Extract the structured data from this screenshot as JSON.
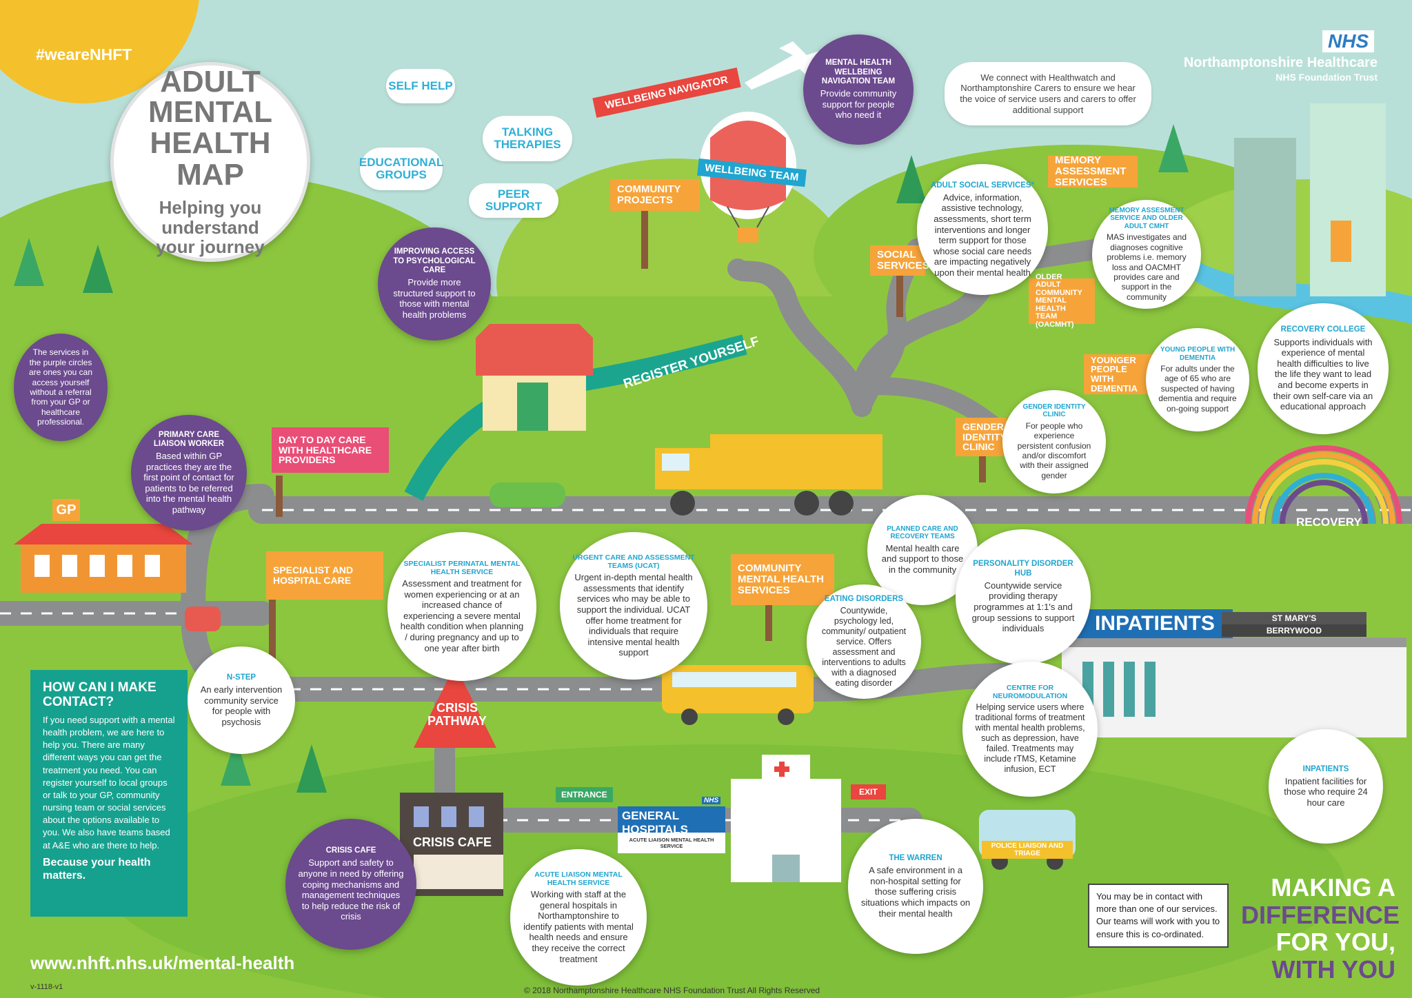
{
  "hashtag": "#weareNHFT",
  "title": {
    "line1": "ADULT MENTAL",
    "line2": "HEALTH MAP",
    "subtitle1": "Helping you understand",
    "subtitle2": "your journey"
  },
  "nhs": {
    "logo": "NHS",
    "org": "Northamptonshire Healthcare",
    "trust": "NHS Foundation Trust"
  },
  "connect_note": "We connect with Healthwatch and Northamptonshire Carers to ensure we hear the voice of service users and carers to offer additional support",
  "clouds": {
    "self_help": "SELF HELP",
    "talking": "TALKING THERAPIES",
    "educational": "EDUCATIONAL GROUPS",
    "peer": "PEER SUPPORT"
  },
  "banners": {
    "navigator": "WELLBEING NAVIGATOR",
    "balloon": "WELLBEING TEAM",
    "register": "REGISTER YOURSELF"
  },
  "signs": {
    "community_projects": "COMMUNITY PROJECTS",
    "social_services": "SOCIAL SERVICES",
    "memory": "MEMORY ASSESSMENT SERVICES",
    "older_adult": "OLDER ADULT COMMUNITY MENTAL HEALTH TEAM (OACMHT)",
    "younger": "YOUNGER PEOPLE WITH DEMENTIA",
    "gender": "GENDER IDENTITY CLINIC",
    "day_to_day": "DAY TO DAY CARE WITH HEALTHCARE PROVIDERS",
    "specialist": "SPECIALIST AND HOSPITAL CARE",
    "community_mh": "COMMUNITY MENTAL HEALTH SERVICES",
    "gp": "GP",
    "crisis": "CRISIS PATHWAY",
    "crisis_cafe": "CRISIS CAFE",
    "entrance": "ENTRANCE",
    "exit": "EXIT",
    "general": "GENERAL HOSPITALS",
    "liaison_sub": "ACUTE LIAISON MENTAL HEALTH SERVICE",
    "hospital_nhs": "NHS",
    "inpatients": "INPATIENTS",
    "st_marys": "ST MARY'S",
    "berrywood": "BERRYWOOD",
    "police": "POLICE LIAISON AND TRIAGE",
    "recovery": "RECOVERY"
  },
  "circles": {
    "navigation": {
      "title": "MENTAL HEALTH WELLBEING NAVIGATION TEAM",
      "body": "Provide community support for people who need it"
    },
    "iapt": {
      "title": "IMPROVING ACCESS TO PSYCHOLOGICAL CARE",
      "body": "Provide more structured support to those with mental health problems"
    },
    "purple_note": {
      "body": "The services in the purple circles are ones you can access yourself without a referral from your GP or healthcare professional."
    },
    "primary": {
      "title": "PRIMARY CARE LIAISON WORKER",
      "body": "Based within GP practices they are the first point of contact for patients to be referred into the mental health pathway"
    },
    "adult_social": {
      "title": "ADULT SOCIAL SERVICES*",
      "body": "Advice, information, assistive technology, assessments, short term interventions and longer term support for those whose social care needs are impacting negatively upon their mental health"
    },
    "memory": {
      "title": "MEMORY ASSESMENT SERVICE AND OLDER ADULT CMHT",
      "body": "MAS investigates and diagnoses cognitive problems i.e. memory loss and OACMHT provides  care and support in the community"
    },
    "young_dementia": {
      "title": "YOUNG PEOPLE WITH DEMENTIA",
      "body": "For adults under the age of 65 who are suspected of having dementia and require on-going support"
    },
    "recovery_college": {
      "title": "RECOVERY COLLEGE",
      "body": "Supports individuals with experience of mental health difficulties to live the life they want to lead and become experts in their own self-care via an educational approach"
    },
    "gender": {
      "title": "GENDER IDENTITY CLINIC",
      "body": "For people who experience persistent confusion and/or discomfort with their assigned gender"
    },
    "planned": {
      "title": "PLANNED CARE AND RECOVERY TEAMS",
      "body": "Mental health care and support to those in the community"
    },
    "perinatal": {
      "title": "SPECIALIST PERINATAL MENTAL HEALTH SERVICE",
      "body": "Assessment and treatment for women experiencing or at an increased chance of experiencing a severe mental health condition when planning / during pregnancy and up to one year after birth"
    },
    "ucat": {
      "title": "URGENT CARE AND ASSESSMENT TEAMS (UCAT)",
      "body": "Urgent in-depth mental health assessments that identify services who may be able to support the individual. UCAT offer home treatment for individuals that require intensive mental health support"
    },
    "personality": {
      "title": "PERSONALITY DISORDER HUB",
      "body": "Countywide service providing therapy programmes at 1:1's and group sessions to support individuals"
    },
    "eating": {
      "title": "EATING DISORDERS",
      "body": "Countywide, psychology led, community/ outpatient service. Offers assessment and interventions to adults with a diagnosed eating disorder"
    },
    "nstep": {
      "title": "N-STEP",
      "body": "An early intervention community service for people with psychosis"
    },
    "neuromod": {
      "title": "CENTRE FOR NEUROMODULATION",
      "body": "Helping service users where traditional forms of treatment with mental health problems, such as depression, have failed. Treatments may include rTMS, Ketamine infusion, ECT"
    },
    "inpatients": {
      "title": "INPATIENTS",
      "body": "Inpatient facilities for those who require 24 hour care"
    },
    "crisis_cafe": {
      "title": "CRISIS CAFE",
      "body": "Support and safety to anyone in need by offering coping mechanisms and management techniques to help reduce the risk of crisis"
    },
    "acute": {
      "title": "ACUTE LIAISON MENTAL HEALTH SERVICE",
      "body": "Working with staff at the general hospitals in Northamptonshire to identify patients with mental health needs and ensure they receive the correct treatment"
    },
    "warren": {
      "title": "THE WARREN",
      "body": "A safe environment in a non-hospital setting for those suffering crisis situations which impacts on their mental health"
    }
  },
  "contact": {
    "heading1": "HOW CAN I MAKE",
    "heading2": "CONTACT?",
    "body": "If you need support with a mental health problem, we are here to help you. There are many different ways you can get the treatment you need. You can register yourself to local groups or talk to your GP, community nursing team or social services about the options available to you.  We also have teams based at A&E who are there to help.",
    "bold": "Because your health matters."
  },
  "info_box": "You may be in contact with more than one of our services. Our teams will work with you to ensure this is co-ordinated.",
  "slogan": {
    "l1": "MAKING A",
    "l2": "DIFFERENCE",
    "l3": "FOR YOU,",
    "l4": "WITH YOU"
  },
  "url": "www.nhft.nhs.uk/mental-health",
  "version": "v-1118-v1",
  "copyright": "© 2018 Northamptonshire Healthcare NHS Foundation Trust All Rights Reserved",
  "colors": {
    "sky": "#b9e0d8",
    "grass": "#8cc63f",
    "road": "#8c8d8f",
    "purple": "#6b4a8e",
    "orange": "#f6a43a",
    "teal": "#16a18f",
    "blue_title": "#1fa5cf",
    "sun": "#f4c02b"
  }
}
